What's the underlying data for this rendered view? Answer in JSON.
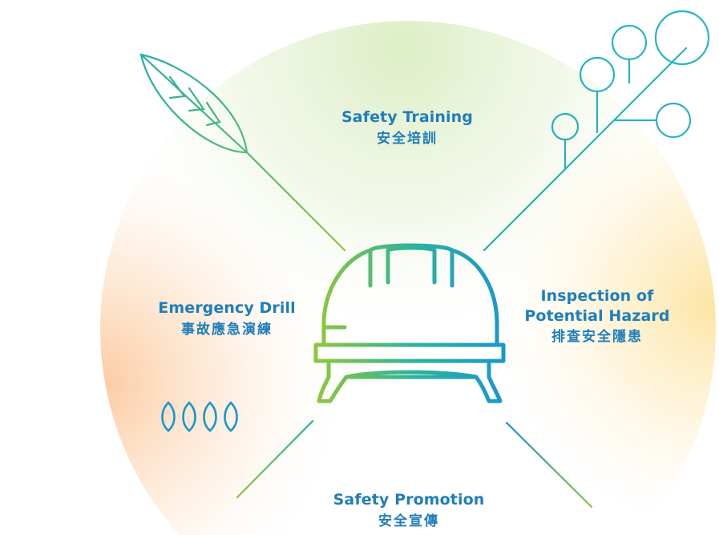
{
  "diagram": {
    "center": {
      "icon": "hard-hat-icon"
    },
    "sections": {
      "training": {
        "en": "Safety Training",
        "zh": "安全培訓"
      },
      "drill": {
        "en": "Emergency Drill",
        "zh": "事故應急演練"
      },
      "inspection": {
        "en_line1": "Inspection of",
        "en_line2": "Potential Hazard",
        "zh": "排查安全隱患"
      },
      "promotion": {
        "en": "Safety Promotion",
        "zh": "安全宣傳"
      }
    },
    "colors": {
      "text": "#1f7ebb",
      "green": "#8cc63f",
      "teal": "#1fb0a6",
      "blue": "#1a8fd0",
      "top_glow": "#d9ecbe",
      "left_glow": "#fbc79a",
      "right_glow": "#fde3a0"
    }
  }
}
